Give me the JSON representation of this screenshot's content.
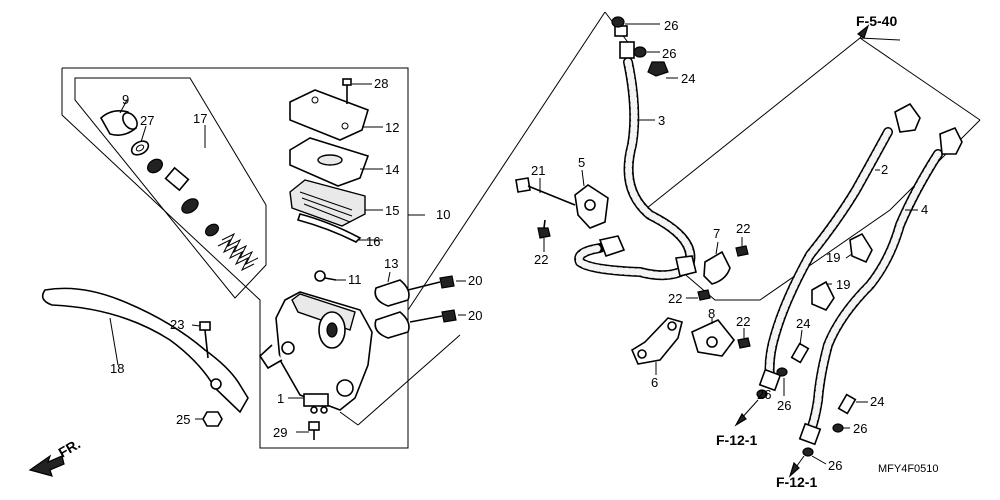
{
  "refs": {
    "f540": "F-5-40",
    "f121": "F-12-1",
    "code": "MFY4F0510",
    "fr": "FR."
  },
  "labels": {
    "n1": "1",
    "n2": "2",
    "n3": "3",
    "n4": "4",
    "n5": "5",
    "n6": "6",
    "n7": "7",
    "n8": "8",
    "n9": "9",
    "n10": "10",
    "n11": "11",
    "n12": "12",
    "n13": "13",
    "n14": "14",
    "n15": "15",
    "n16": "16",
    "n17": "17",
    "n18": "18",
    "n19": "19",
    "n20": "20",
    "n21": "21",
    "n22": "22",
    "n23": "23",
    "n24": "24",
    "n25": "25",
    "n26": "26",
    "n27": "27",
    "n28": "28",
    "n29": "29"
  },
  "colors": {
    "ink": "#000000",
    "paper": "#ffffff"
  }
}
